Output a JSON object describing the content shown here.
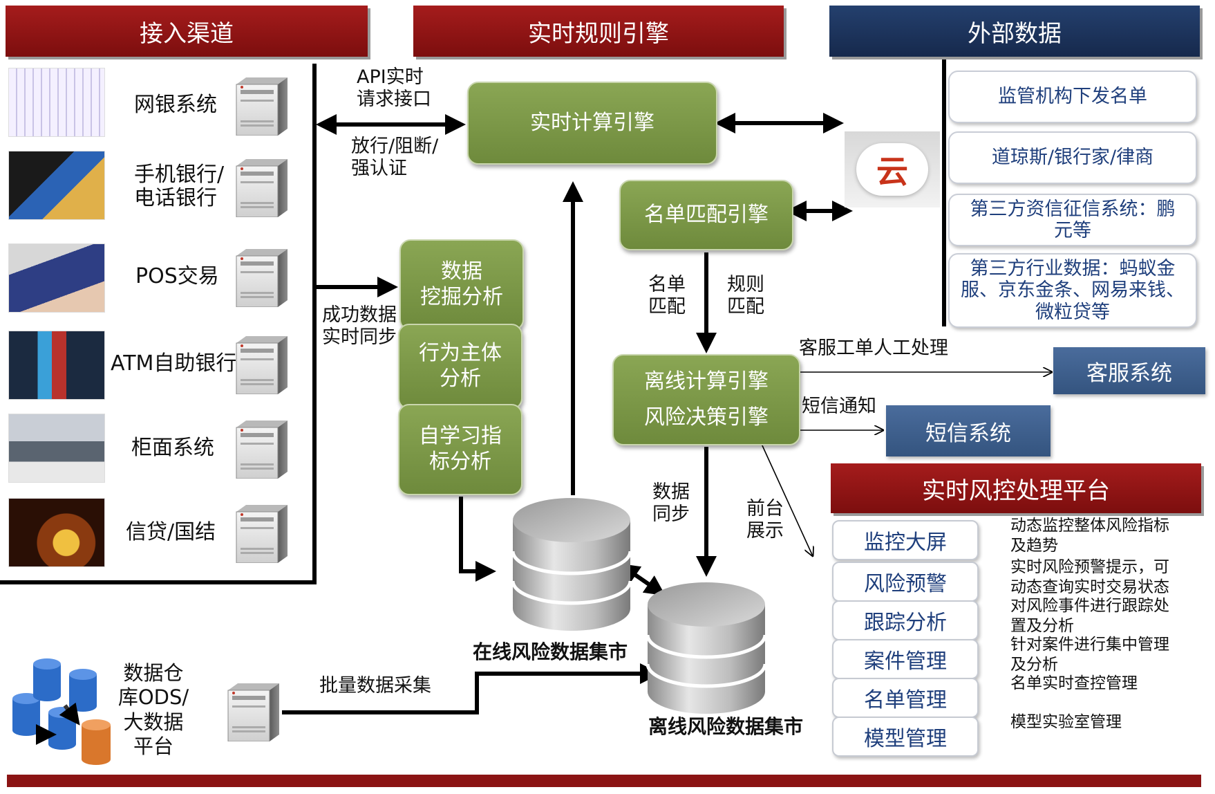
{
  "headers": {
    "access": "接入渠道",
    "engine": "实时规则引擎",
    "external": "外部数据",
    "platform": "实时风控处理平台"
  },
  "channels": [
    {
      "label": "网银系统"
    },
    {
      "label": "手机银行/\n电话银行"
    },
    {
      "label": "POS交易"
    },
    {
      "label": "ATM自助银行"
    },
    {
      "label": "柜面系统"
    },
    {
      "label": "信贷/国结"
    }
  ],
  "engines": {
    "realtime": "实时计算引擎",
    "list_match": "名单匹配引擎",
    "offline": "离线计算引擎\n风险决策引擎"
  },
  "analysis": [
    {
      "label": "数据\n挖掘分析"
    },
    {
      "label": "行为主体\n分析"
    },
    {
      "label": "自学习指\n标分析"
    }
  ],
  "external_sources": [
    {
      "label": "监管机构下发名单"
    },
    {
      "label": "道琼斯/银行家/律商"
    },
    {
      "label": "第三方资信征信系统：鹏\n元等"
    },
    {
      "label": "第三方行业数据：蚂蚁金\n服、京东金条、网易来钱、\n微粒贷等"
    }
  ],
  "cloud_icon_glyph": "云",
  "flow_labels": {
    "api": "API实时\n请求接口",
    "result": "放行/阻断/\n强认证",
    "sync_success": "成功数据\n实时同步",
    "list_match": "名单\n匹配",
    "rule_match": "规则\n匹配",
    "cs_manual": "客服工单人工处理",
    "sms_notice": "短信通知",
    "data_sync": "数据\n同步",
    "front_display": "前台\n展示",
    "batch": "批量数据采集"
  },
  "systems": {
    "customer_service": "客服系统",
    "sms": "短信系统"
  },
  "datamarts": {
    "online": "在线风险数据集市",
    "offline": "离线风险数据集市"
  },
  "warehouse": "数据仓\n库ODS/\n大数据\n平台",
  "platform_items": [
    {
      "label": "监控大屏",
      "desc": "动态监控整体风险指标\n及趋势"
    },
    {
      "label": "风险预警",
      "desc": "实时风险预警提示，可\n动态查询实时交易状态"
    },
    {
      "label": "跟踪分析",
      "desc": "对风险事件进行跟踪处\n置及分析"
    },
    {
      "label": "案件管理",
      "desc": "针对案件进行集中管理\n及分析"
    },
    {
      "label": "名单管理",
      "desc": "名单实时查控管理"
    },
    {
      "label": "模型管理",
      "desc": "模型实验室管理"
    }
  ],
  "icons": {
    "server": "server-icon",
    "database": "database-cylinder-icon",
    "cloud": "cloud-icon"
  },
  "colors": {
    "header_red": "#8b1414",
    "header_blue": "#1d3560",
    "engine_green": "#7d9a48",
    "system_blue": "#3d5f8d",
    "external_text": "#1f3f7c"
  }
}
